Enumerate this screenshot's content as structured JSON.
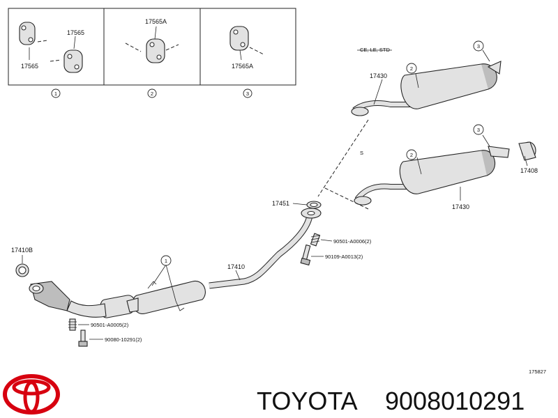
{
  "insets": [
    {
      "callout": "1",
      "labels": [
        "17565",
        "17565"
      ]
    },
    {
      "callout": "2",
      "labels": [
        "17565A"
      ]
    },
    {
      "callout": "3",
      "labels": [
        "17565A"
      ]
    }
  ],
  "variants": {
    "upper": "CE, LE, STD",
    "lower": "S"
  },
  "parts": {
    "p17430_upper": "17430",
    "p17430_lower": "17430",
    "p17408": "17408",
    "p17451": "17451",
    "p17410": "17410",
    "p17410B": "17410B",
    "p90501_0006": "90501-A0006(2)",
    "p90109_0013": "90109-A0013(2)",
    "p90501_0005": "90501-A0005(2)",
    "p90080_10291": "90080-10291(2)"
  },
  "callouts": {
    "c1": "1",
    "c2": "2",
    "c3": "3"
  },
  "diagram_code": "175827",
  "brand": {
    "name": "TOYOTA",
    "part_number": "9008010291",
    "logo_color": "#d7000f"
  }
}
